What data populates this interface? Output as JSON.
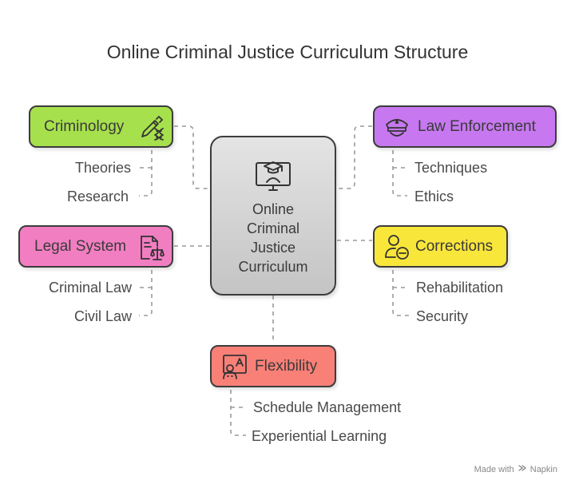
{
  "title": "Online Criminal Justice Curriculum Structure",
  "center": {
    "lines": [
      "Online",
      "Criminal",
      "Justice",
      "Curriculum"
    ],
    "icon": "online-graduate-computer-icon"
  },
  "nodes": {
    "criminology": {
      "label": "Criminology",
      "icon": "pen-dna-icon",
      "color": "#a6e04c",
      "items": [
        "Theories",
        "Research"
      ]
    },
    "law_enforcement": {
      "label": "Law Enforcement",
      "icon": "police-cap-icon",
      "color": "#c778f0",
      "items": [
        "Techniques",
        "Ethics"
      ]
    },
    "legal_system": {
      "label": "Legal System",
      "icon": "legal-document-scales-icon",
      "color": "#f27ec2",
      "items": [
        "Criminal Law",
        "Civil Law"
      ]
    },
    "corrections": {
      "label": "Corrections",
      "icon": "person-minus-icon",
      "color": "#f9e63a",
      "items": [
        "Rehabilitation",
        "Security"
      ]
    },
    "flexibility": {
      "label": "Flexibility",
      "icon": "learner-board-icon",
      "color": "#f88077",
      "items": [
        "Schedule Management",
        "Experiential Learning"
      ]
    }
  },
  "footer": {
    "made_with": "Made with",
    "brand": "Napkin"
  }
}
